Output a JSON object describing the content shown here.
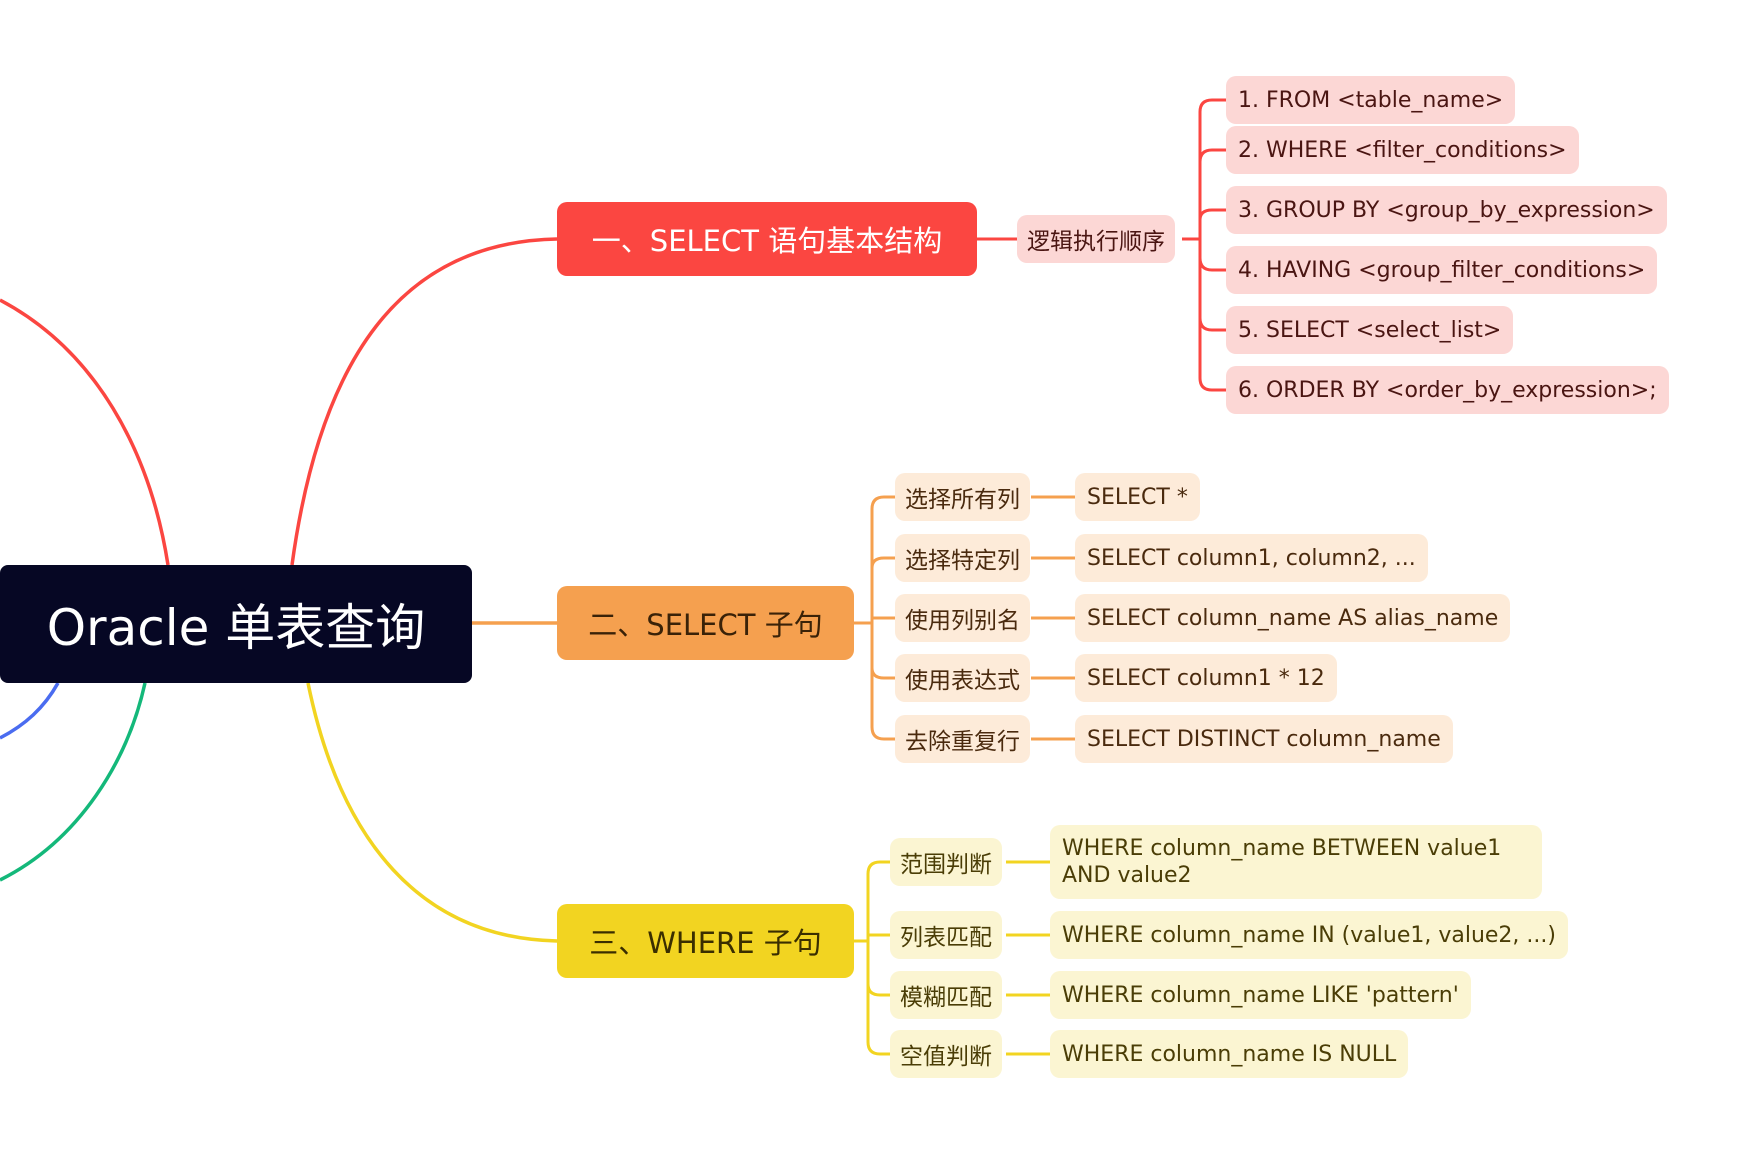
{
  "root": {
    "label": "Oracle 单表查询"
  },
  "colors": {
    "root_bg": "#060724",
    "red": "#fb4641",
    "orange": "#f5a04f",
    "yellow": "#f2d421",
    "blue": "#4a6cf0",
    "green": "#14b87a"
  },
  "branches": [
    {
      "label": "一、SELECT 语句基本结构",
      "children": [
        {
          "label": "逻辑执行顺序",
          "children": [
            "1. FROM <table_name>",
            "2. WHERE <filter_conditions>",
            "3. GROUP BY <group_by_expression>",
            "4. HAVING <group_filter_conditions>",
            "5. SELECT <select_list>",
            "6. ORDER BY <order_by_expression>;"
          ]
        }
      ]
    },
    {
      "label": "二、SELECT 子句",
      "children": [
        {
          "label": "选择所有列",
          "children": [
            "SELECT *"
          ]
        },
        {
          "label": "选择特定列",
          "children": [
            "SELECT column1, column2, ..."
          ]
        },
        {
          "label": "使用列别名",
          "children": [
            "SELECT column_name AS alias_name"
          ]
        },
        {
          "label": "使用表达式",
          "children": [
            "SELECT column1 * 12"
          ]
        },
        {
          "label": "去除重复行",
          "children": [
            "SELECT DISTINCT column_name"
          ]
        }
      ]
    },
    {
      "label": "三、WHERE 子句",
      "children": [
        {
          "label": "范围判断",
          "children": [
            "WHERE column_name BETWEEN value1 AND value2"
          ]
        },
        {
          "label": "列表匹配",
          "children": [
            "WHERE column_name IN (value1, value2, ...)"
          ]
        },
        {
          "label": "模糊匹配",
          "children": [
            "WHERE column_name LIKE 'pattern'"
          ]
        },
        {
          "label": "空值判断",
          "children": [
            "WHERE column_name IS NULL"
          ]
        }
      ]
    }
  ]
}
